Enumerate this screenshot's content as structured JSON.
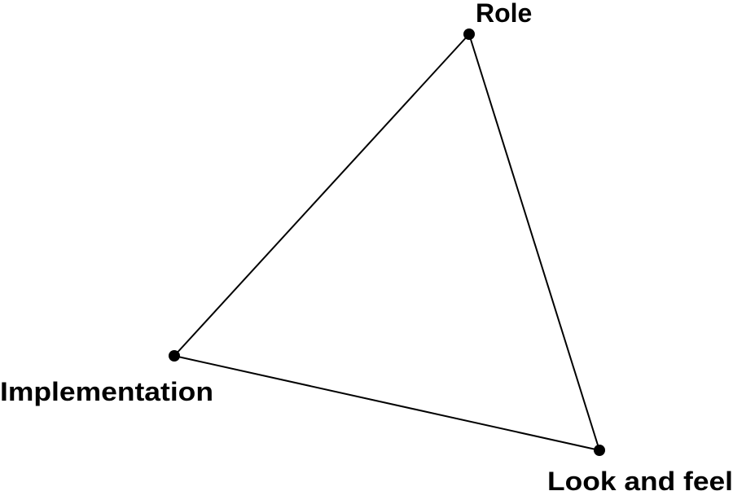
{
  "diagram": {
    "vertices": [
      {
        "id": "role",
        "label": "Role"
      },
      {
        "id": "implementation",
        "label": "Implementation"
      },
      {
        "id": "look-and-feel",
        "label": "Look and feel"
      }
    ],
    "edges": [
      {
        "from": "role",
        "to": "look-and-feel"
      },
      {
        "from": "look-and-feel",
        "to": "implementation"
      },
      {
        "from": "implementation",
        "to": "role"
      }
    ],
    "colors": {
      "line": "#000000",
      "dot": "#000000",
      "text": "#000000"
    }
  }
}
